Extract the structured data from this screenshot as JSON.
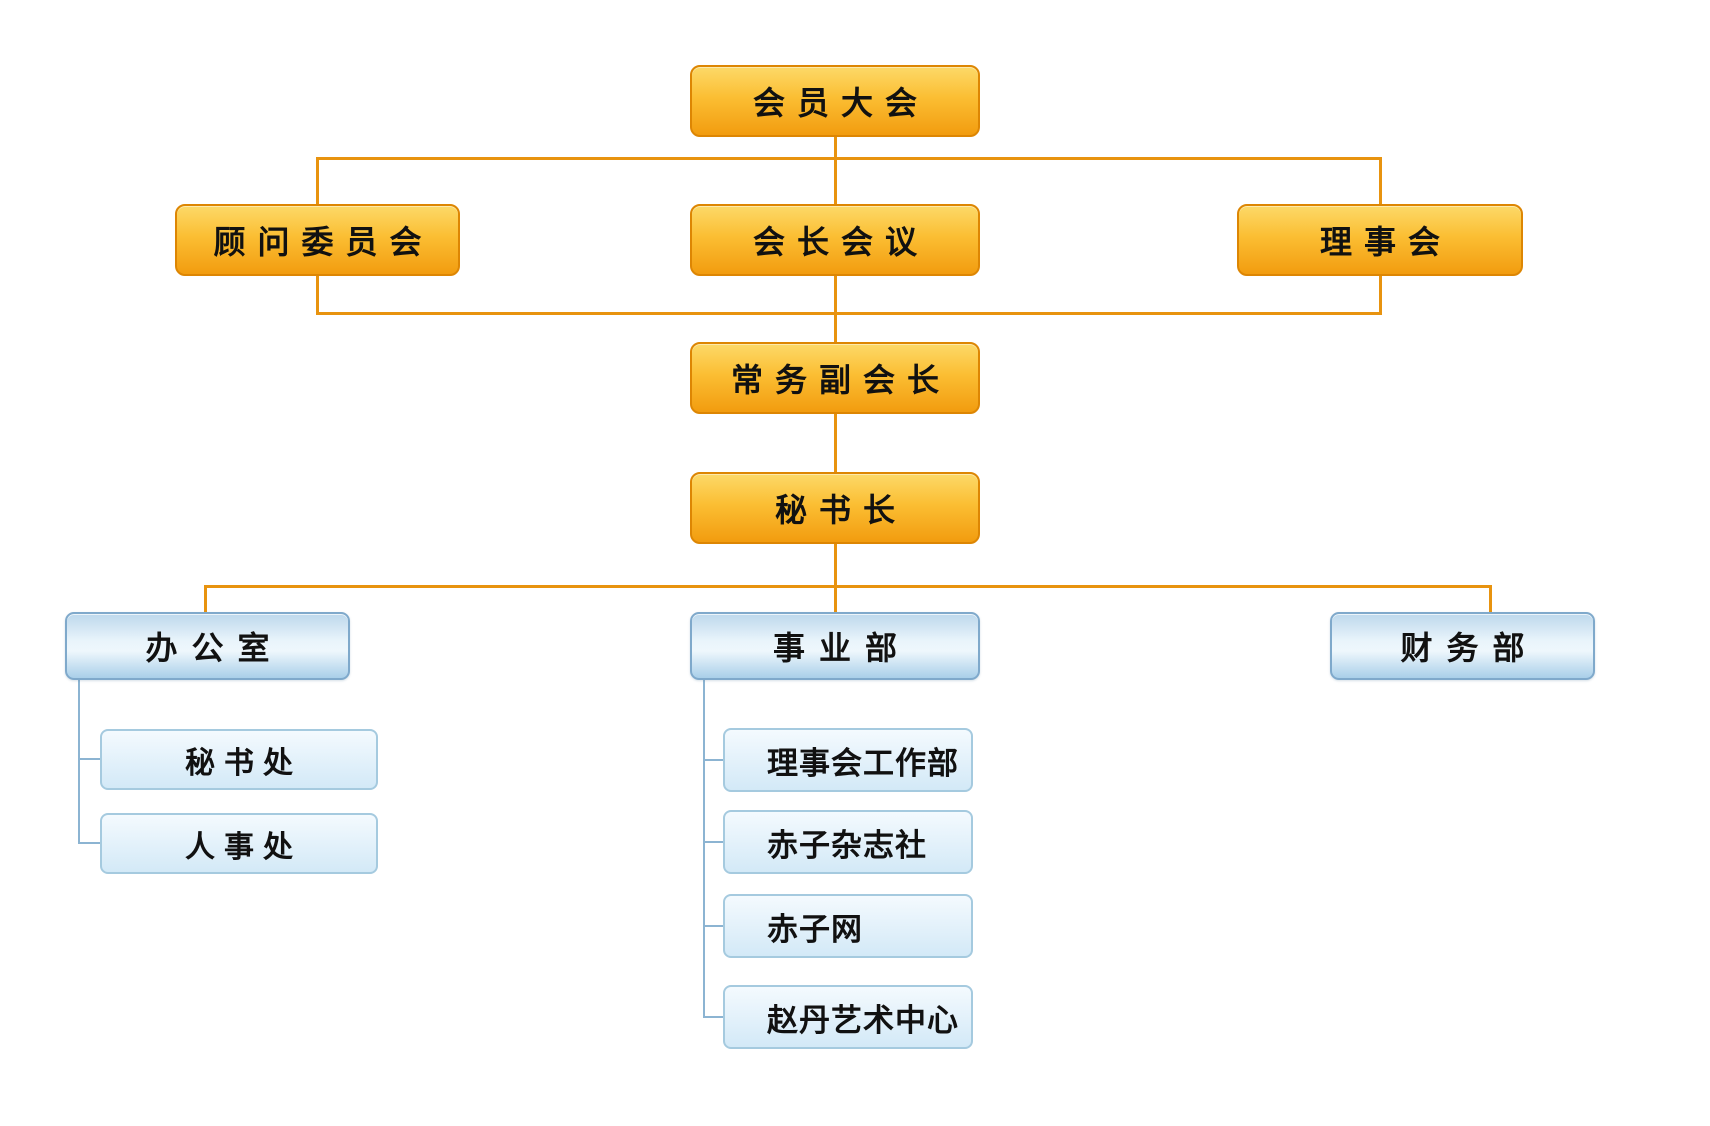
{
  "nodes": {
    "member_assembly": "会员大会",
    "advisory_committee": "顾问委员会",
    "president_meeting": "会长会议",
    "council": "理事会",
    "executive_vice_president": "常务副会长",
    "secretary_general": "秘书长",
    "office": "办公室",
    "business_department": "事业部",
    "finance_department": "财务部",
    "secretariat": "秘书处",
    "personnel_office": "人事处",
    "council_work_department": "理事会工作部",
    "chizi_magazine": "赤子杂志社",
    "chizi_net": "赤子网",
    "zhaodan_art_center": "赵丹艺术中心"
  },
  "structure": [
    {
      "parent": "member_assembly",
      "children": [
        "advisory_committee",
        "president_meeting",
        "council"
      ]
    },
    {
      "parent_group": [
        "advisory_committee",
        "president_meeting",
        "council"
      ],
      "children": [
        "executive_vice_president"
      ]
    },
    {
      "parent": "executive_vice_president",
      "children": [
        "secretary_general"
      ]
    },
    {
      "parent": "secretary_general",
      "children": [
        "office",
        "business_department",
        "finance_department"
      ]
    },
    {
      "parent": "office",
      "children": [
        "secretariat",
        "personnel_office"
      ]
    },
    {
      "parent": "business_department",
      "children": [
        "council_work_department",
        "chizi_magazine",
        "chizi_net",
        "zhaodan_art_center"
      ]
    }
  ],
  "colors": {
    "orange_box_top": "#fcd968",
    "orange_box_mid": "#fbbe33",
    "orange_box_bottom": "#f29c0f",
    "orange_border": "#dd8603",
    "orange_line": "#e8930f",
    "blue_header_top": "#bdd8ec",
    "blue_header_light": "#e9f4fb",
    "blue_header_bottom": "#a9cfe9",
    "blue_border": "#7fa9cb",
    "blue_child_top": "#f4fafe",
    "blue_child_bottom": "#d3e9f7",
    "blue_child_border": "#a5cadf",
    "blue_line": "#8cb4d2",
    "text": "#111111"
  }
}
